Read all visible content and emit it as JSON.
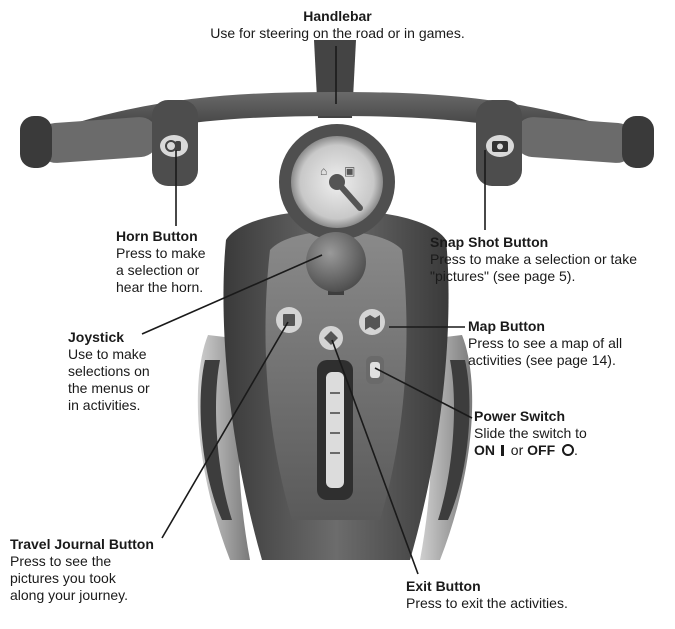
{
  "callouts": {
    "handlebar": {
      "title": "Handlebar",
      "desc": "Use for steering on the road or in games."
    },
    "horn": {
      "title": "Horn Button",
      "desc_lines": [
        "Press to make",
        "a selection or",
        "hear the horn."
      ]
    },
    "snapshot": {
      "title": "Snap Shot Button",
      "desc_lines": [
        "Press to make a selection or take",
        "\"pictures\" (see page 5)."
      ]
    },
    "joystick": {
      "title": "Joystick",
      "desc_lines": [
        "Use to make",
        "selections on",
        "the menus or",
        "in activities."
      ]
    },
    "map": {
      "title": "Map Button",
      "desc_lines": [
        "Press to see a map of all",
        "activities (see page 14)."
      ]
    },
    "power": {
      "title": "Power Switch",
      "desc_line1": "Slide the switch to",
      "on_label": "ON",
      "or_text": "or",
      "off_label": "OFF"
    },
    "travel": {
      "title": "Travel Journal Button",
      "desc_lines": [
        "Press to see the",
        "pictures you took",
        "along your journey."
      ]
    },
    "exit": {
      "title": "Exit Button",
      "desc": "Press to exit the activities."
    }
  },
  "icons": {
    "horn_button": "horn-icon",
    "snapshot_button": "camera-icon",
    "map_button": "map-icon",
    "exit_button": "exit-icon",
    "travel_button": "journal-icon",
    "power_on": "power-on-bar-icon",
    "power_off": "power-off-ring-icon"
  },
  "colors": {
    "body_dark": "#4a4a4a",
    "body_mid": "#7a7a7a",
    "body_light": "#bdbdbd",
    "label_text": "#1a1a1a"
  }
}
